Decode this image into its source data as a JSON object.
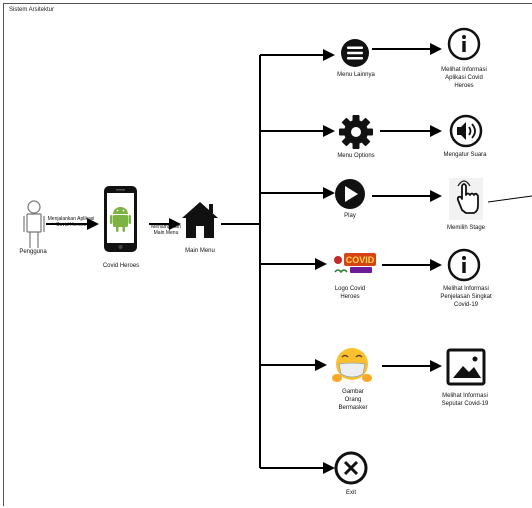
{
  "diagram": {
    "title": "Sistem Arsitektur",
    "actor": "Pengguna",
    "edge_actor_app": "Menjalankan Aplikasi Covid Heroes",
    "app": "Covid Heroes",
    "edge_app_menu": "Menampilkan Main Menu",
    "main_menu": "Main Menu",
    "branches": [
      {
        "label": "Menu Lainnya",
        "icon": "menu-icon",
        "target": "Melihat Informasi Aplikasi Covid Heroes",
        "target_icon": "info-icon"
      },
      {
        "label": "Menu Options",
        "icon": "gear-icon",
        "target": "Mengatur Suara",
        "target_icon": "speaker-icon"
      },
      {
        "label": "Play",
        "icon": "play-icon",
        "target": "Memilih Stage",
        "target_icon": "hand-pointer-icon"
      },
      {
        "label": "Logo Covid Heroes",
        "icon": "covid-logo-icon",
        "target": "Melihat Informasi Penjelasan Singkat Covid-19",
        "target_icon": "info-icon"
      },
      {
        "label": "Gambar Orang Bermasker",
        "icon": "masked-face-icon",
        "target": "Melihat Informasi Seputar Covid-19",
        "target_icon": "image-icon"
      },
      {
        "label": "Exit",
        "icon": "close-icon",
        "target": "",
        "target_icon": ""
      }
    ]
  }
}
